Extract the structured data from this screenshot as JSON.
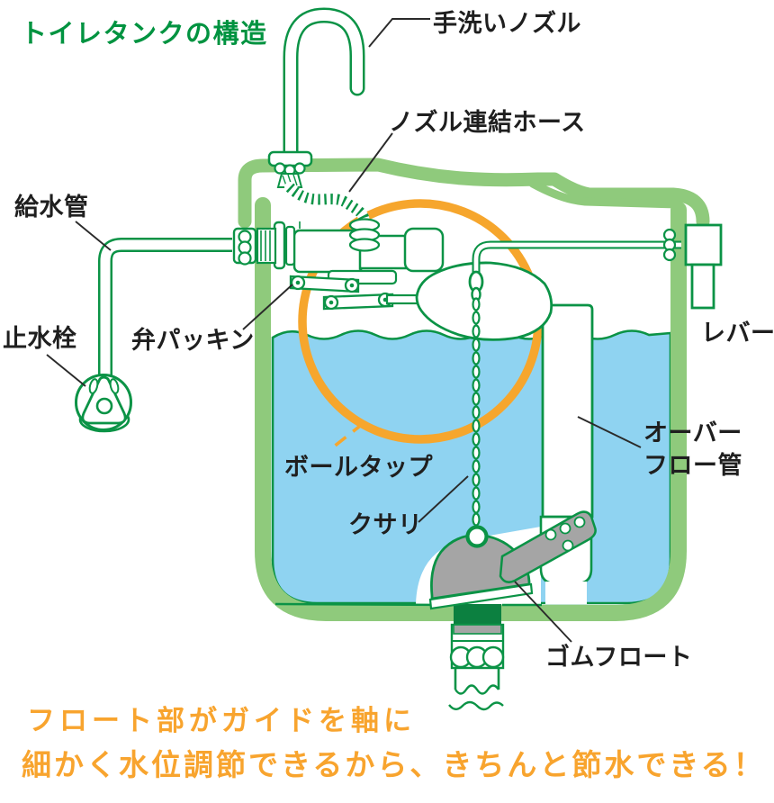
{
  "title": "トイレタンクの構造",
  "diagram": {
    "labels": {
      "hand_wash_nozzle": "手洗いノズル",
      "nozzle_hose": "ノズル連結ホース",
      "supply_pipe": "給水管",
      "stop_valve": "止水栓",
      "valve_packing": "弁パッキン",
      "lever": "レバー",
      "ball_tap": "ボールタップ",
      "chain": "クサリ",
      "overflow_pipe_line1": "オーバー",
      "overflow_pipe_line2": "フロー管",
      "rubber_float": "ゴムフロート"
    },
    "colors": {
      "line_green": "#0B9346",
      "tank_light_green": "#8FCA7C",
      "water_blue": "#8FD3F1",
      "highlight_orange": "#F6A62D",
      "caption_orange": "#F8A42E",
      "title_green": "#009340",
      "float_gray": "#A5A5A5"
    }
  },
  "caption": {
    "line1": "フロート部がガイドを軸に",
    "line2": "細かく水位調節できるから、きちんと節水できる！"
  }
}
